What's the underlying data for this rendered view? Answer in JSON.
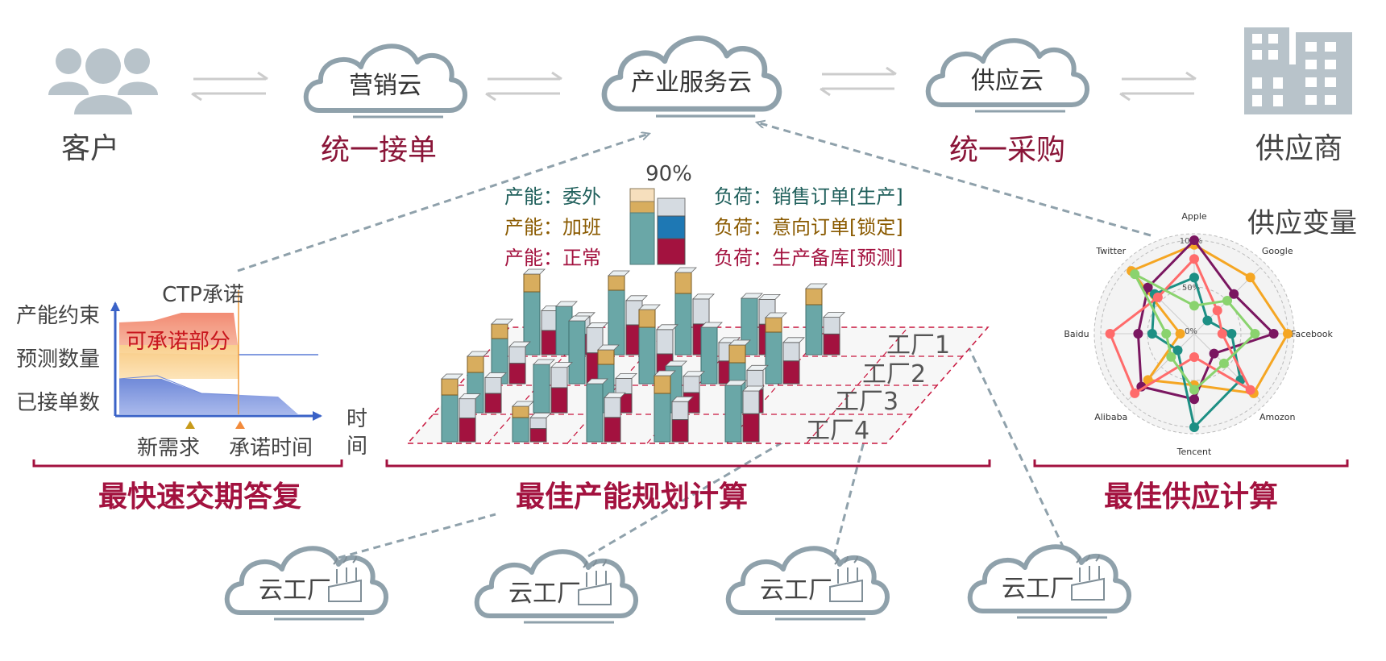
{
  "top_flow": {
    "customer_label": "客户",
    "marketing_cloud": "营销云",
    "industry_cloud": "产业服务云",
    "supply_cloud": "供应云",
    "supplier_label": "供应商",
    "unified_order": "统一接单",
    "unified_purchase": "统一采购"
  },
  "ctp": {
    "title": "CTP承诺",
    "y_labels": [
      "产能约束",
      "预测数量",
      "已接单数"
    ],
    "promisable": "可承诺部分",
    "x_axis_label": "时间",
    "new_demand": "新需求",
    "promise_time": "承诺时间",
    "section_title": "最快速交期答复"
  },
  "capacity": {
    "percent": "90%",
    "legend_left": [
      {
        "text": "产能：委外",
        "color": "#1f5f5b"
      },
      {
        "text": "产能：加班",
        "color": "#8a5a00"
      },
      {
        "text": "产能：正常",
        "color": "#a3123f"
      }
    ],
    "legend_right": [
      {
        "text": "负荷：销售订单[生产]",
        "color": "#1f5f5b"
      },
      {
        "text": "负荷：意向订单[锁定]",
        "color": "#8a5a00"
      },
      {
        "text": "负荷：生产备库[预测]",
        "color": "#a3123f"
      }
    ],
    "factories": [
      "工厂1",
      "工厂2",
      "工厂3",
      "工厂4"
    ],
    "section_title": "最佳产能规划计算"
  },
  "supply": {
    "title": "供应变量",
    "section_title": "最佳供应计算",
    "radar_axes": [
      "Apple",
      "Google",
      "Facebook",
      "Amozon",
      "Tencent",
      "Alibaba",
      "Baidu",
      "Twitter"
    ],
    "radar_ticks": [
      "100%",
      "50%",
      "0%"
    ]
  },
  "cloud_factories": [
    "云工厂",
    "云工厂",
    "云工厂",
    "云工厂"
  ],
  "colors": {
    "accent": "#a3123f",
    "cloud_stroke": "#8fa1ab",
    "teal": "#6aa7a7",
    "gold": "#d8ad5e",
    "grey_bar": "#d5dbe1",
    "axis_blue": "#3a62c7"
  }
}
